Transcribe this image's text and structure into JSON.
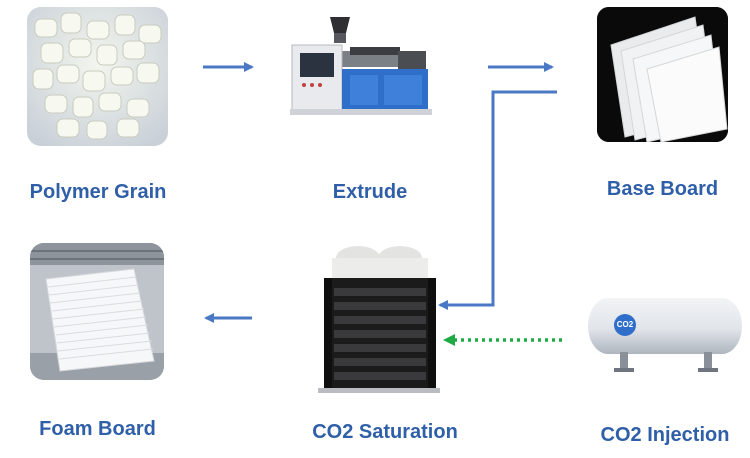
{
  "nodes": {
    "polymer_grain": {
      "label": "Polymer Grain"
    },
    "extrude": {
      "label": "Extrude"
    },
    "base_board": {
      "label": "Base Board"
    },
    "co2_saturation": {
      "label": "CO2 Saturation"
    },
    "co2_injection": {
      "label": "CO2 Injection",
      "tank_badge": "CO2"
    },
    "foam_board": {
      "label": "Foam Board"
    }
  },
  "colors": {
    "label_text": "#2f5fa8",
    "flow_arrow": "#4a78c4",
    "injection_arrow": "#1faa45"
  }
}
